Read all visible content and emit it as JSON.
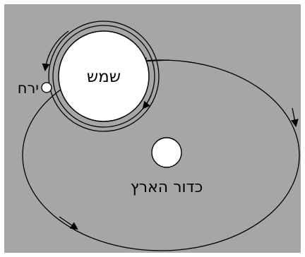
{
  "labels": {
    "sun": "שמש",
    "moon": "ירח",
    "earth": "כדור הארץ"
  },
  "colors": {
    "background": "#a6a6a6",
    "body_fill": "#ffffff",
    "stroke": "#000000",
    "frame": "#ffffff"
  }
}
